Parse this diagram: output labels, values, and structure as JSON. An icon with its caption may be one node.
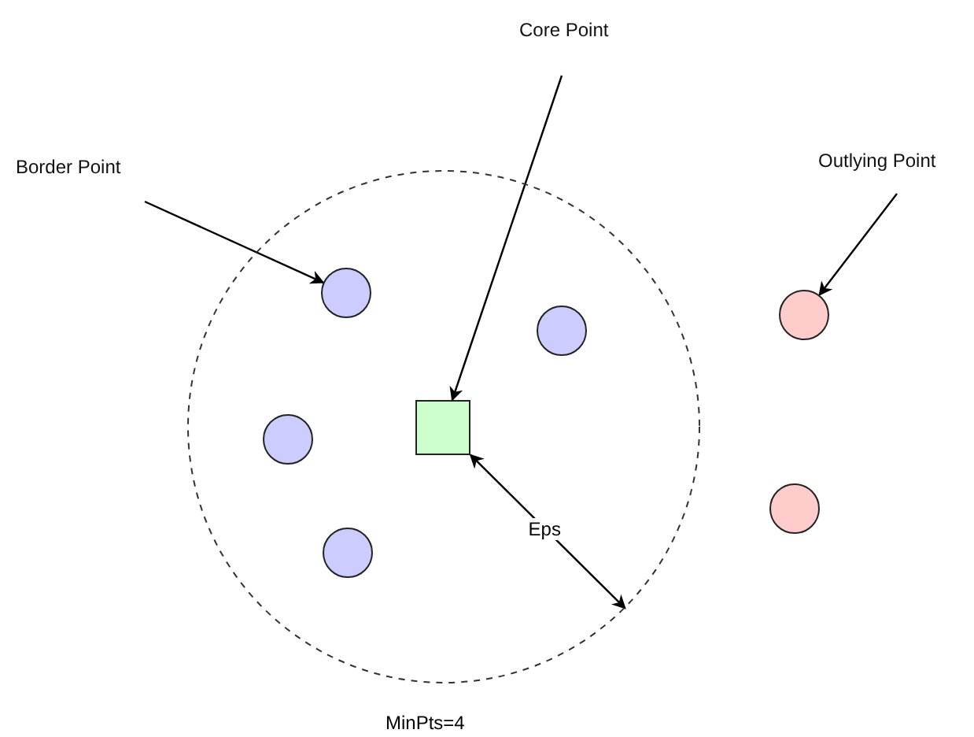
{
  "diagram": {
    "nodes": [
      {
        "text": [
          "Core Point"
        ]
      },
      {
        "text": [
          "Border Point"
        ]
      },
      {
        "text": [
          "Outlying Point"
        ]
      },
      {
        "text": [],
        "shape": "circle"
      },
      {
        "text": [],
        "shape": "circle",
        "in": 3
      },
      {
        "text": [],
        "shape": "circle",
        "in": 3
      },
      {
        "text": [],
        "shape": "circle",
        "in": 3
      },
      {
        "text": [],
        "shape": "box",
        "in": 3
      },
      {
        "text": [],
        "shape": "circle",
        "in": 3
      },
      {
        "text": [],
        "shape": "circle"
      },
      {
        "text": [],
        "shape": "circle"
      }
    ],
    "edges": [
      {
        "from": 0,
        "to": 7,
        "arrow": "to"
      },
      {
        "from": 1,
        "to": 4,
        "arrow": "to"
      },
      {
        "from": 2,
        "to": 9,
        "arrow": "to"
      },
      {
        "from": 7,
        "to": 3,
        "arrow": "both",
        "label": "Eps"
      }
    ],
    "labels": [
      "MinPts=4"
    ]
  }
}
